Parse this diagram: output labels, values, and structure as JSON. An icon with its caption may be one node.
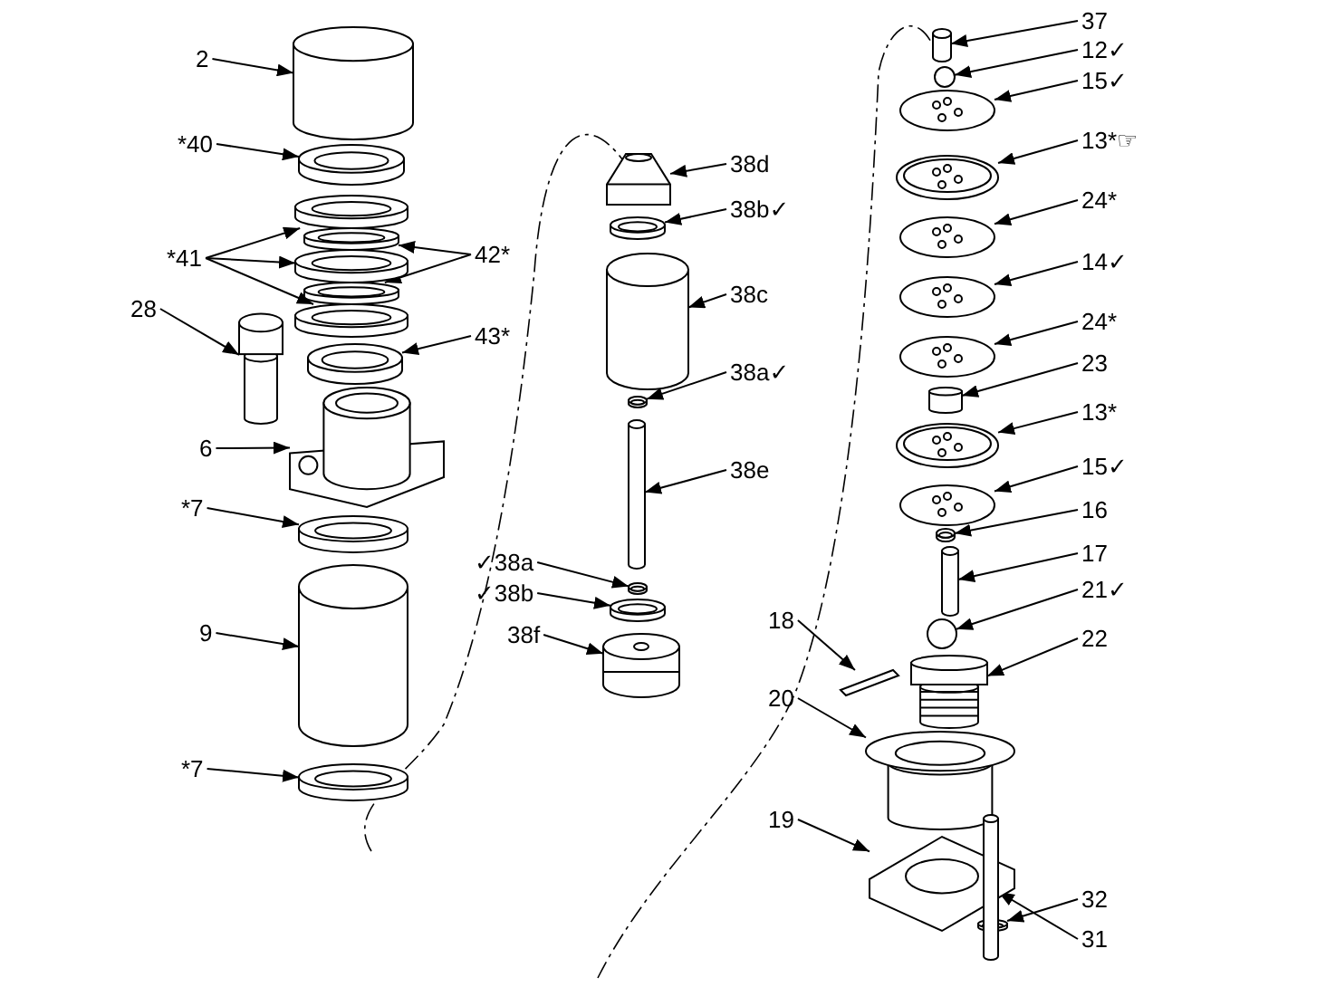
{
  "diagram": {
    "nodes": [
      {
        "text": [
          "2"
        ]
      },
      {
        "text": [],
        "shape": "cylinder"
      },
      {
        "text": [
          "*40"
        ]
      },
      {
        "text": [],
        "shape": "picture"
      },
      {
        "text": [
          "*41"
        ]
      },
      {
        "text": [],
        "shape": "picture"
      },
      {
        "text": [],
        "shape": "picture"
      },
      {
        "text": [],
        "shape": "picture"
      },
      {
        "text": [],
        "shape": "picture"
      },
      {
        "text": [],
        "shape": "picture"
      },
      {
        "text": [
          "42*"
        ]
      },
      {
        "text": [
          "28"
        ]
      },
      {
        "text": [],
        "shape": "picture"
      },
      {
        "text": [
          "43*"
        ]
      },
      {
        "text": [],
        "shape": "picture"
      },
      {
        "text": [
          "6"
        ]
      },
      {
        "text": [],
        "shape": "picture"
      },
      {
        "text": [
          "*7"
        ]
      },
      {
        "text": [],
        "shape": "picture"
      },
      {
        "text": [
          "9"
        ]
      },
      {
        "text": [],
        "shape": "cylinder"
      },
      {
        "text": [
          "*7"
        ]
      },
      {
        "text": [],
        "shape": "picture"
      },
      {
        "text": [
          "38d"
        ]
      },
      {
        "text": [],
        "shape": "picture"
      },
      {
        "text": [
          "38b✓"
        ]
      },
      {
        "text": [],
        "shape": "picture"
      },
      {
        "text": [
          "38c"
        ]
      },
      {
        "text": [],
        "shape": "cylinder"
      },
      {
        "text": [
          "38a✓"
        ]
      },
      {
        "text": [],
        "shape": "picture"
      },
      {
        "text": [
          "38e"
        ]
      },
      {
        "text": [],
        "shape": "cylinder"
      },
      {
        "text": [
          "✓38a"
        ]
      },
      {
        "text": [],
        "shape": "picture"
      },
      {
        "text": [
          "✓38b"
        ]
      },
      {
        "text": [],
        "shape": "picture"
      },
      {
        "text": [
          "38f"
        ]
      },
      {
        "text": [],
        "shape": "picture"
      },
      {
        "text": [
          "37"
        ]
      },
      {
        "text": [],
        "shape": "cylinder"
      },
      {
        "text": [
          "12✓"
        ]
      },
      {
        "text": [],
        "shape": "circle"
      },
      {
        "text": [
          "15✓"
        ]
      },
      {
        "text": [],
        "shape": "picture"
      },
      {
        "text": [
          "13*☞"
        ]
      },
      {
        "text": [],
        "shape": "picture"
      },
      {
        "text": [
          "24*"
        ]
      },
      {
        "text": [],
        "shape": "picture"
      },
      {
        "text": [
          "14✓"
        ]
      },
      {
        "text": [],
        "shape": "picture"
      },
      {
        "text": [
          "24*"
        ]
      },
      {
        "text": [],
        "shape": "picture"
      },
      {
        "text": [
          "23"
        ]
      },
      {
        "text": [],
        "shape": "cylinder"
      },
      {
        "text": [
          "13*"
        ]
      },
      {
        "text": [],
        "shape": "picture"
      },
      {
        "text": [
          "15✓"
        ]
      },
      {
        "text": [],
        "shape": "picture"
      },
      {
        "text": [
          "16"
        ]
      },
      {
        "text": [],
        "shape": "picture"
      },
      {
        "text": [
          "17"
        ]
      },
      {
        "text": [],
        "shape": "cylinder"
      },
      {
        "text": [
          "21✓"
        ]
      },
      {
        "text": [],
        "shape": "circle"
      },
      {
        "text": [
          "22"
        ]
      },
      {
        "text": [],
        "shape": "picture"
      },
      {
        "text": [
          "18"
        ]
      },
      {
        "text": [],
        "shape": "picture"
      },
      {
        "text": [
          "20"
        ]
      },
      {
        "text": [],
        "shape": "picture"
      },
      {
        "text": [
          "19"
        ]
      },
      {
        "text": [],
        "shape": "picture"
      },
      {
        "text": [
          "32"
        ]
      },
      {
        "text": [],
        "shape": "picture"
      },
      {
        "text": [
          "31"
        ]
      },
      {
        "text": [],
        "shape": "cylinder"
      }
    ],
    "edges": [
      {
        "from": 0,
        "to": 1,
        "arrow": "to"
      },
      {
        "from": 2,
        "to": 3,
        "arrow": "to"
      },
      {
        "from": 4,
        "to": 5,
        "arrow": "to"
      },
      {
        "from": 4,
        "to": 7,
        "arrow": "to"
      },
      {
        "from": 4,
        "to": 9,
        "arrow": "to"
      },
      {
        "from": 10,
        "to": 6,
        "arrow": "to"
      },
      {
        "from": 10,
        "to": 8,
        "arrow": "to"
      },
      {
        "from": 11,
        "to": 12,
        "arrow": "to"
      },
      {
        "from": 13,
        "to": 14,
        "arrow": "to"
      },
      {
        "from": 15,
        "to": 16,
        "arrow": "to"
      },
      {
        "from": 17,
        "to": 18,
        "arrow": "to"
      },
      {
        "from": 19,
        "to": 20,
        "arrow": "to"
      },
      {
        "from": 21,
        "to": 22,
        "arrow": "to"
      },
      {
        "from": 23,
        "to": 24,
        "arrow": "to"
      },
      {
        "from": 25,
        "to": 26,
        "arrow": "to"
      },
      {
        "from": 27,
        "to": 28,
        "arrow": "to"
      },
      {
        "from": 29,
        "to": 30,
        "arrow": "to"
      },
      {
        "from": 31,
        "to": 32,
        "arrow": "to"
      },
      {
        "from": 33,
        "to": 34,
        "arrow": "to"
      },
      {
        "from": 35,
        "to": 36,
        "arrow": "to"
      },
      {
        "from": 37,
        "to": 38,
        "arrow": "to"
      },
      {
        "from": 39,
        "to": 40,
        "arrow": "to"
      },
      {
        "from": 41,
        "to": 42,
        "arrow": "to"
      },
      {
        "from": 43,
        "to": 44,
        "arrow": "to"
      },
      {
        "from": 45,
        "to": 46,
        "arrow": "to"
      },
      {
        "from": 47,
        "to": 48,
        "arrow": "to"
      },
      {
        "from": 49,
        "to": 50,
        "arrow": "to"
      },
      {
        "from": 51,
        "to": 52,
        "arrow": "to"
      },
      {
        "from": 53,
        "to": 54,
        "arrow": "to"
      },
      {
        "from": 55,
        "to": 56,
        "arrow": "to"
      },
      {
        "from": 57,
        "to": 58,
        "arrow": "to"
      },
      {
        "from": 59,
        "to": 60,
        "arrow": "to"
      },
      {
        "from": 61,
        "to": 62,
        "arrow": "to"
      },
      {
        "from": 63,
        "to": 64,
        "arrow": "to"
      },
      {
        "from": 65,
        "to": 66,
        "arrow": "to"
      },
      {
        "from": 67,
        "to": 68,
        "arrow": "to"
      },
      {
        "from": 69,
        "to": 70,
        "arrow": "to"
      },
      {
        "from": 71,
        "to": 72,
        "arrow": "to"
      },
      {
        "from": 73,
        "to": 74,
        "arrow": "to"
      },
      {
        "from": 75,
        "to": 76,
        "arrow": "to"
      }
    ]
  }
}
